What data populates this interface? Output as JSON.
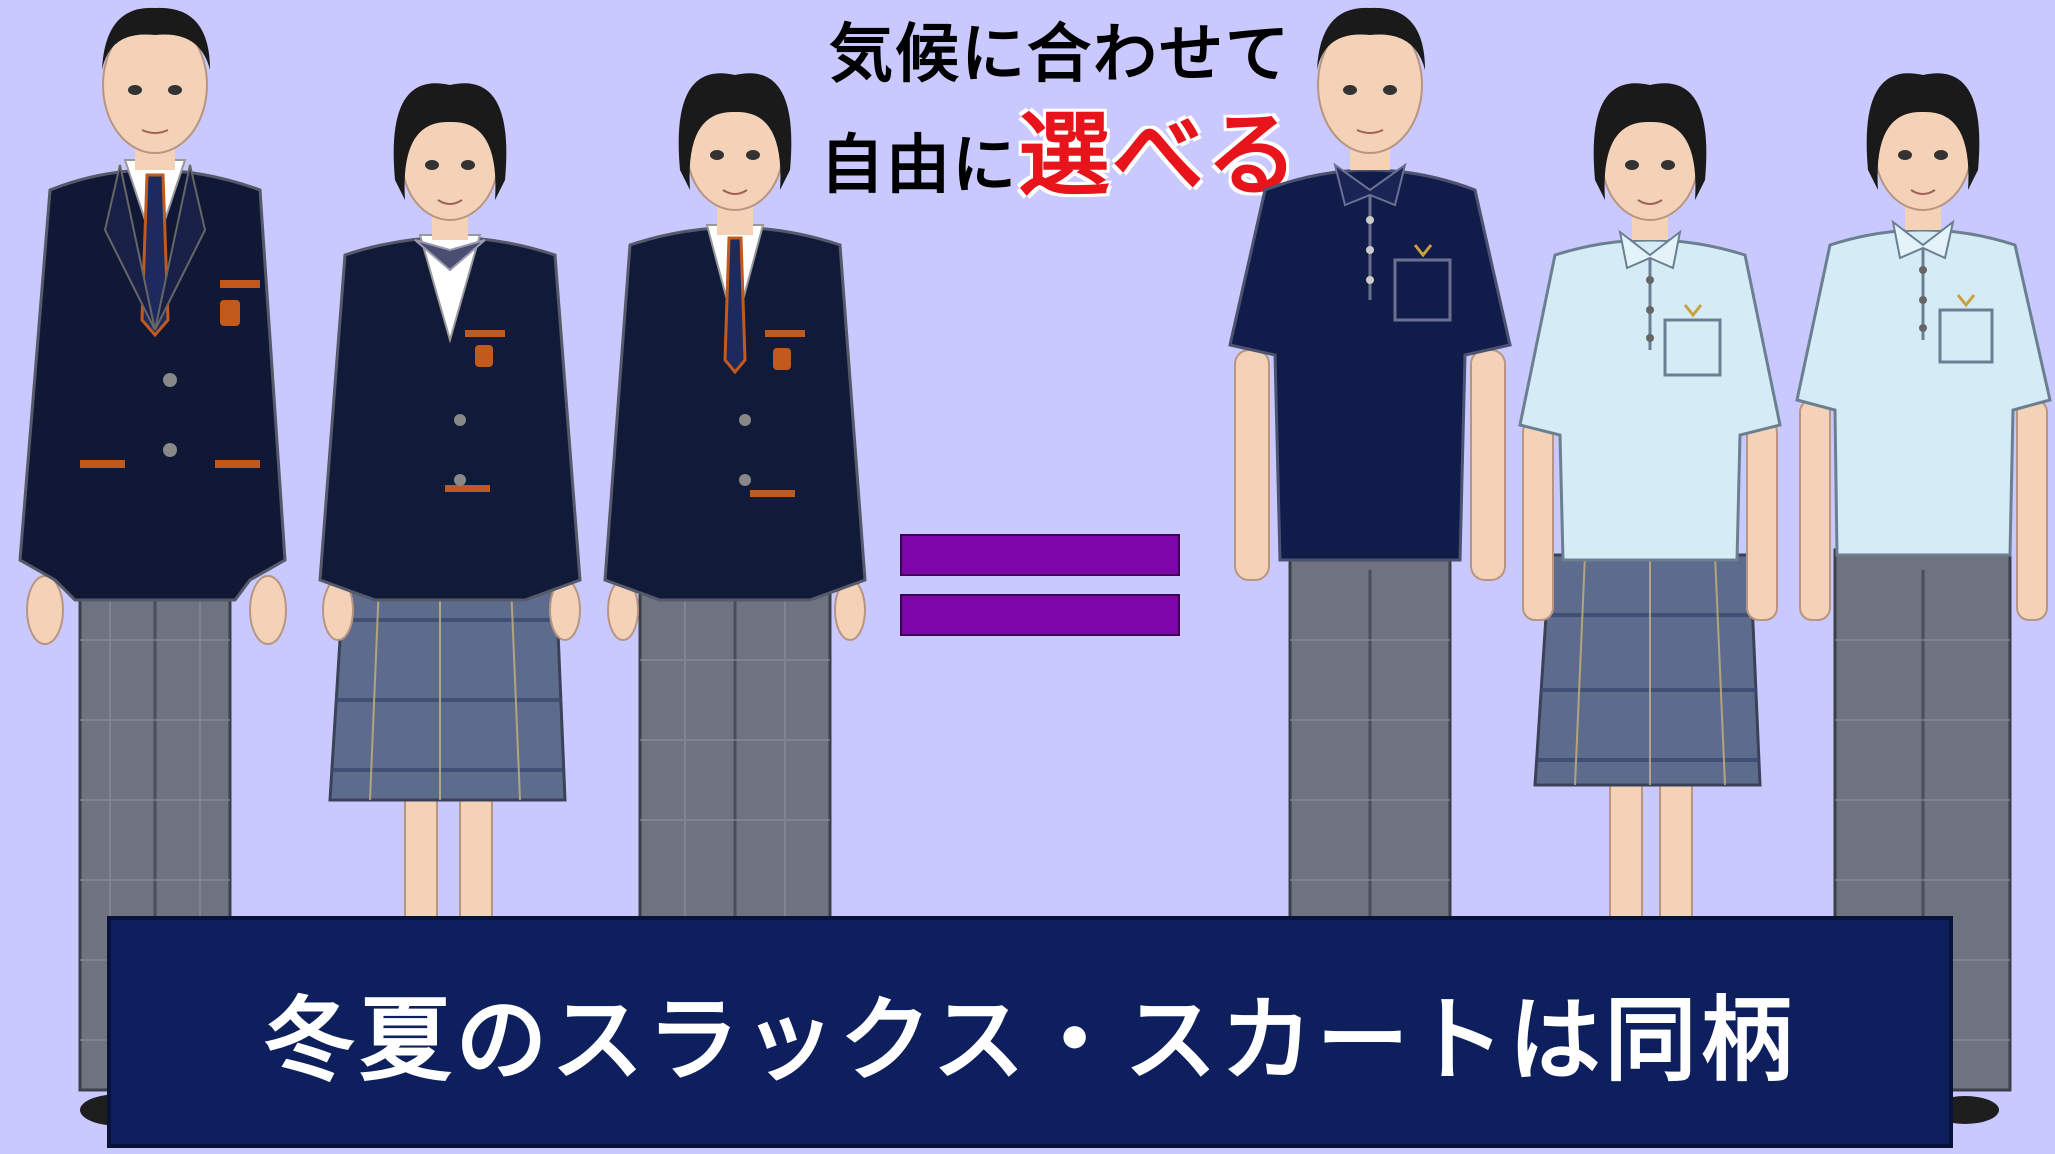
{
  "headline": {
    "line1": "気候に合わせて",
    "line2_prefix": "自由に",
    "line2_emphasis": "選べる"
  },
  "banner": {
    "text": "冬夏のスラックス・スカートは同柄"
  },
  "colors": {
    "background": "#c9c9ff",
    "banner_bg": "#0d1f5c",
    "emphasis_red": "#e8141c",
    "equals_purple": "#7d06a8",
    "blazer_navy": "#101836",
    "polo_navy": "#121c4a",
    "polo_lightblue": "#d5ecf7",
    "plaid_grey": "#6d7280",
    "plaid_blue": "#4d6790"
  },
  "icons": {
    "equals": "equals-sign-icon"
  }
}
